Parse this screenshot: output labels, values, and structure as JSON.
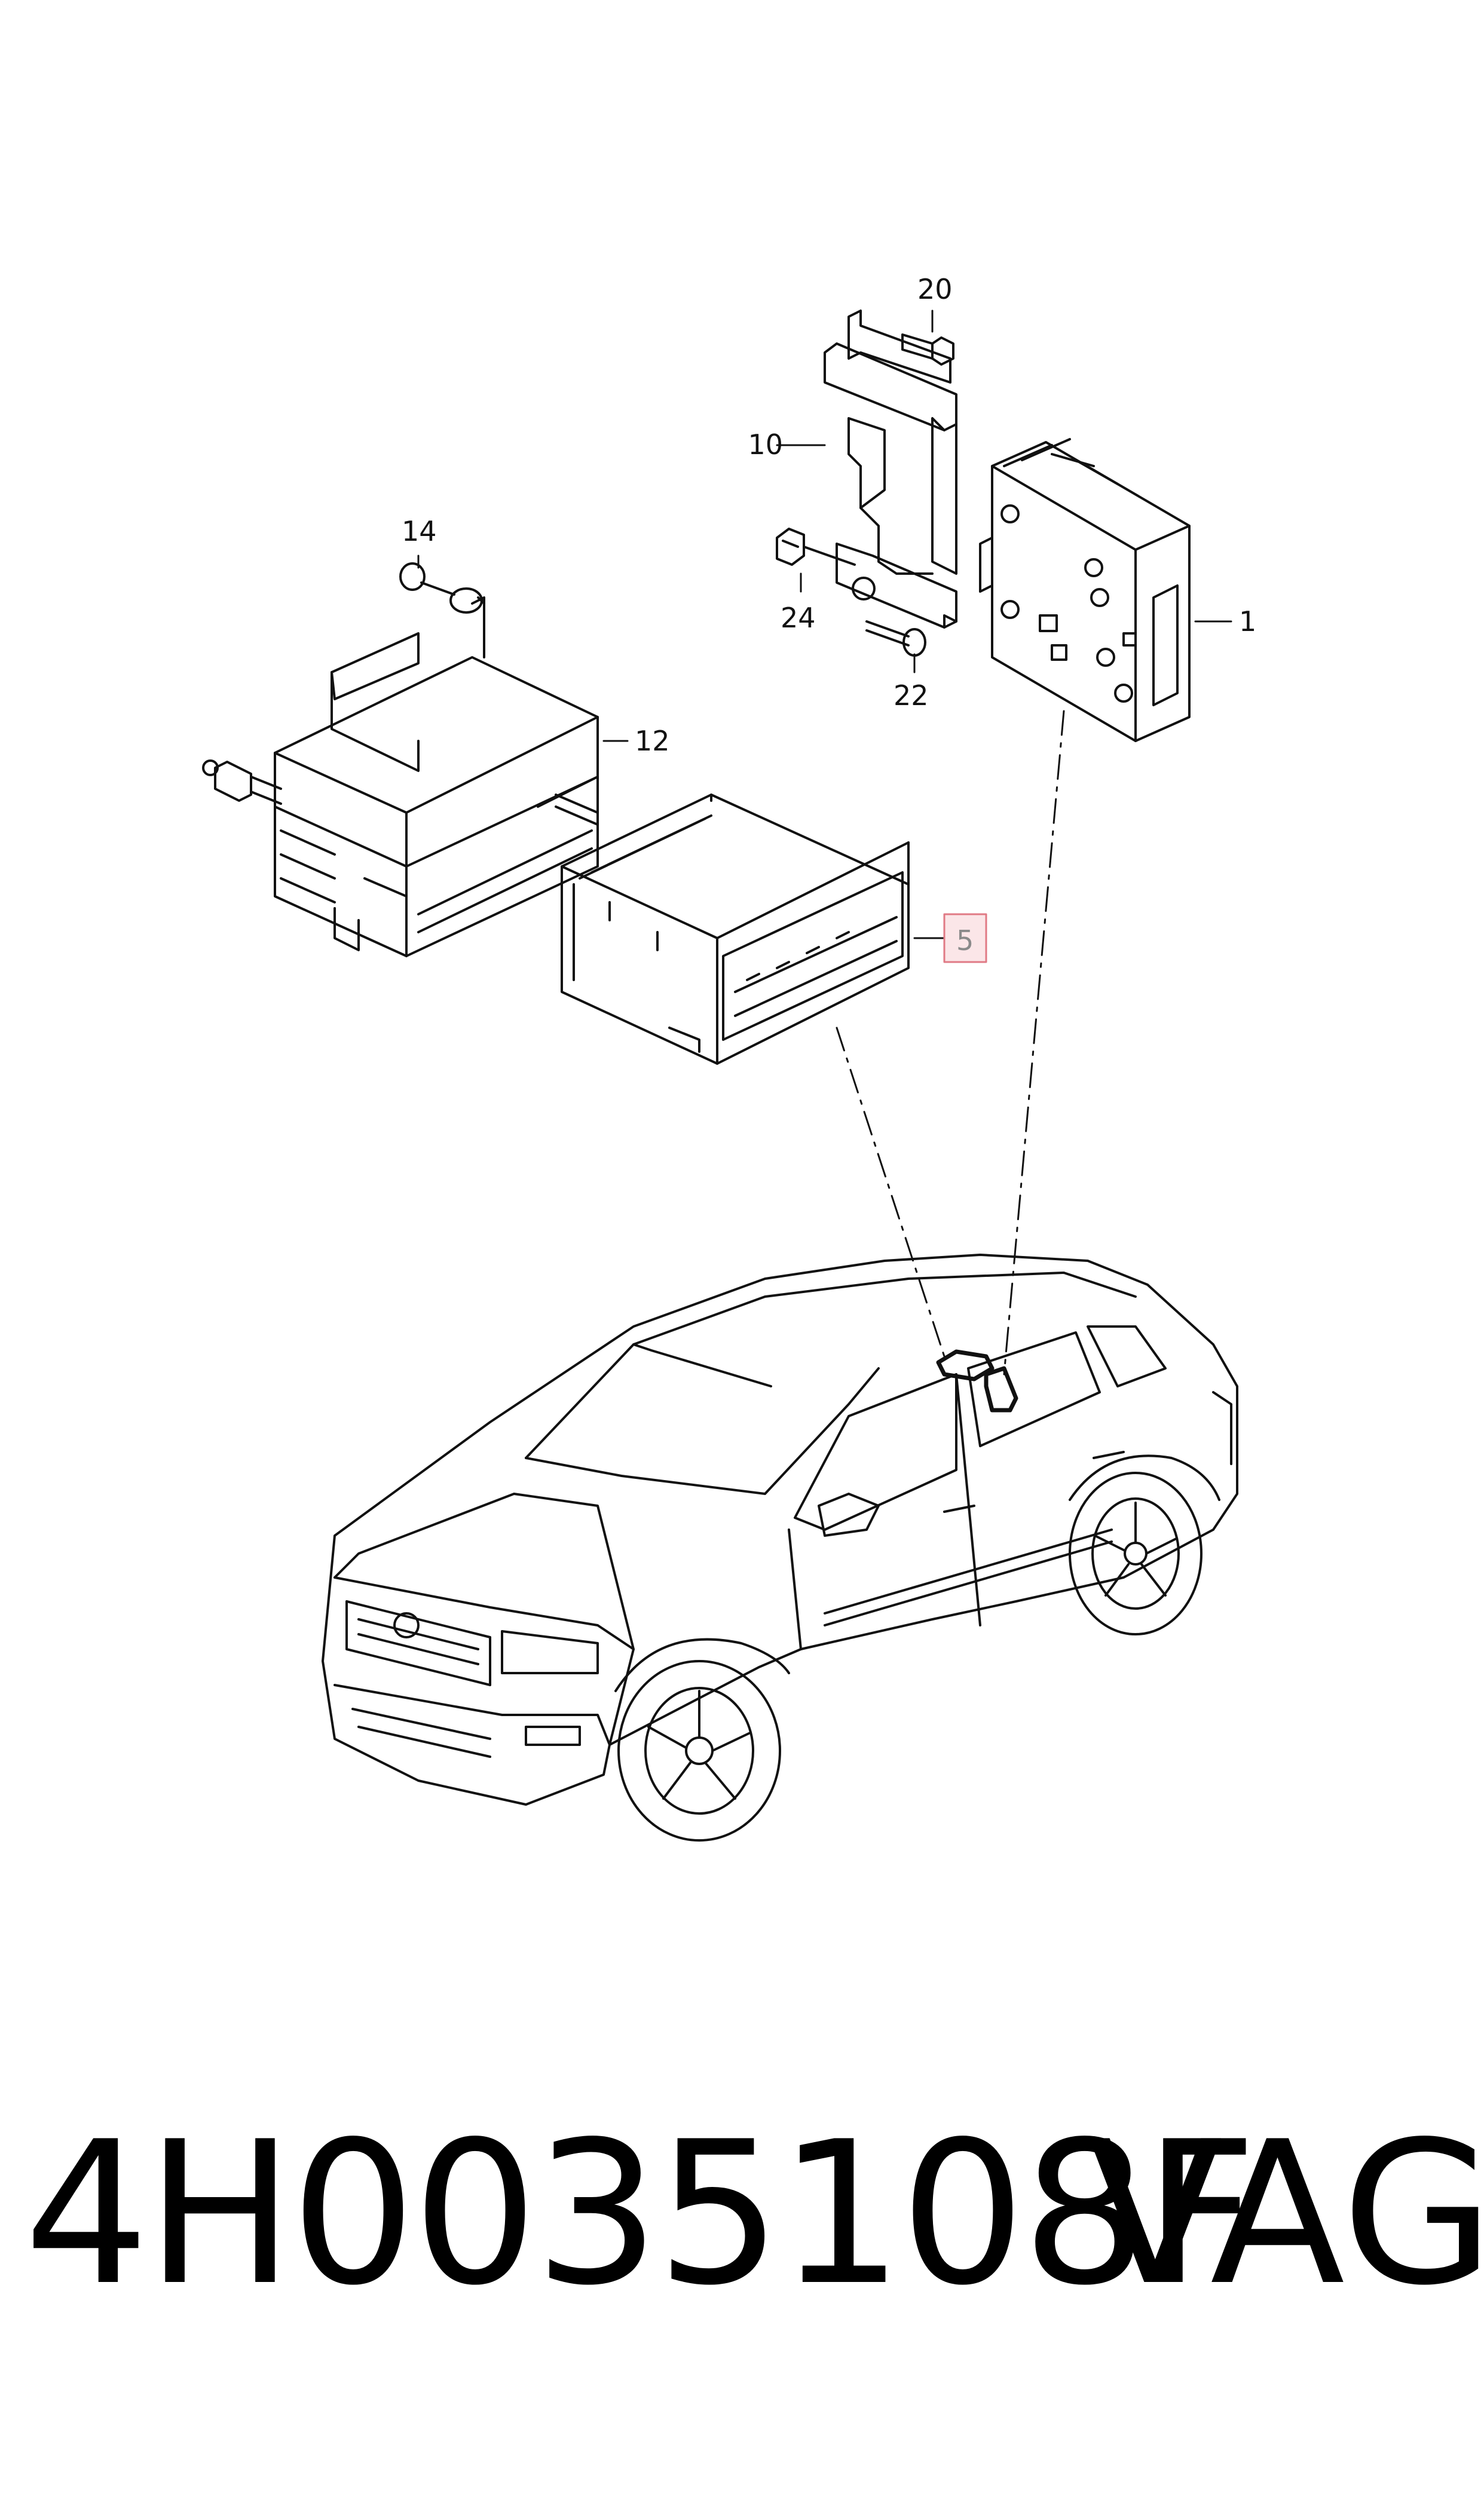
{
  "callouts": [
    "20",
    "10",
    "14",
    "24",
    "22",
    "1",
    "12",
    "5"
  ],
  "highlighted_callout": "5",
  "footer": {
    "part_number": "4H0035108F",
    "brand": "VAG"
  },
  "colors": {
    "line": "#111111",
    "highlight_box": "#e07a85",
    "highlight_fill": "#fbe6e8",
    "highlight_text": "#8a8a8a"
  }
}
